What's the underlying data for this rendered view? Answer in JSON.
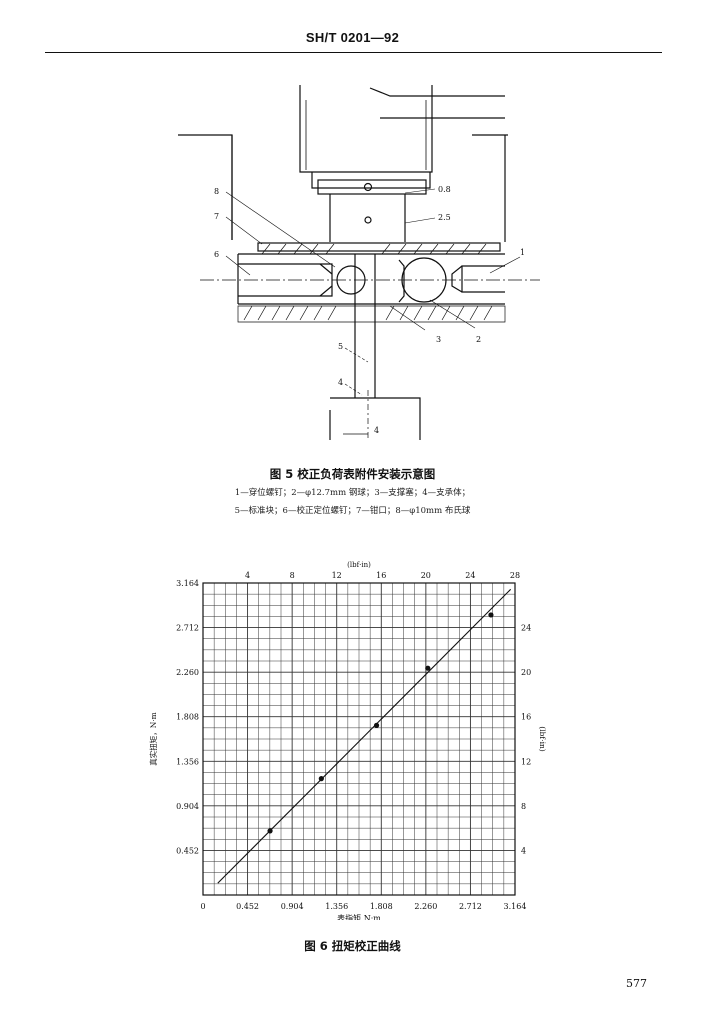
{
  "header": {
    "standard_id": "SH/T 0201—92"
  },
  "figure5": {
    "caption": "图 5   校正负荷表附件安装示意图",
    "legend_line1": "1—穿位螺钉；2—φ12.7mm 钢球；3—支撑塞；4—支承体；",
    "legend_line2": "5—标准块；6—校正定位螺钉；7—钳口；8—φ10mm 布氏球",
    "callouts": [
      "8",
      "7",
      "6",
      "0.8",
      "2.5",
      "1",
      "3",
      "2",
      "5",
      "4",
      "4"
    ]
  },
  "figure6": {
    "caption": "图 6   扭矩校正曲线"
  },
  "chart_data": {
    "type": "line",
    "title": "",
    "xlabel": "表指矩 N·m",
    "ylabel": "真实扭矩，N·m",
    "x2label": "(lbf·in)",
    "y2label": "(lbf·in)",
    "xlim": [
      0,
      3.164
    ],
    "ylim": [
      0,
      3.164
    ],
    "x_ticks": [
      "0",
      "0.452",
      "0.904",
      "1.356",
      "1.808",
      "2.260",
      "2.712",
      "3.164"
    ],
    "y_ticks": [
      "0.452",
      "0.904",
      "1.356",
      "1.808",
      "2.260",
      "2.712",
      "3.164"
    ],
    "x2_ticks": [
      "4",
      "8",
      "12",
      "16",
      "20",
      "24",
      "28"
    ],
    "y2_ticks": [
      "4",
      "8",
      "12",
      "16",
      "20",
      "24"
    ],
    "grid": true,
    "series": [
      {
        "values": [
          [
            0.68,
            0.65
          ],
          [
            1.2,
            1.18
          ],
          [
            1.76,
            1.72
          ],
          [
            2.28,
            2.3
          ],
          [
            2.92,
            2.84
          ]
        ]
      }
    ],
    "fit_line": [
      [
        0.15,
        0.12
      ],
      [
        3.12,
        3.1
      ]
    ]
  },
  "page_number": "577"
}
